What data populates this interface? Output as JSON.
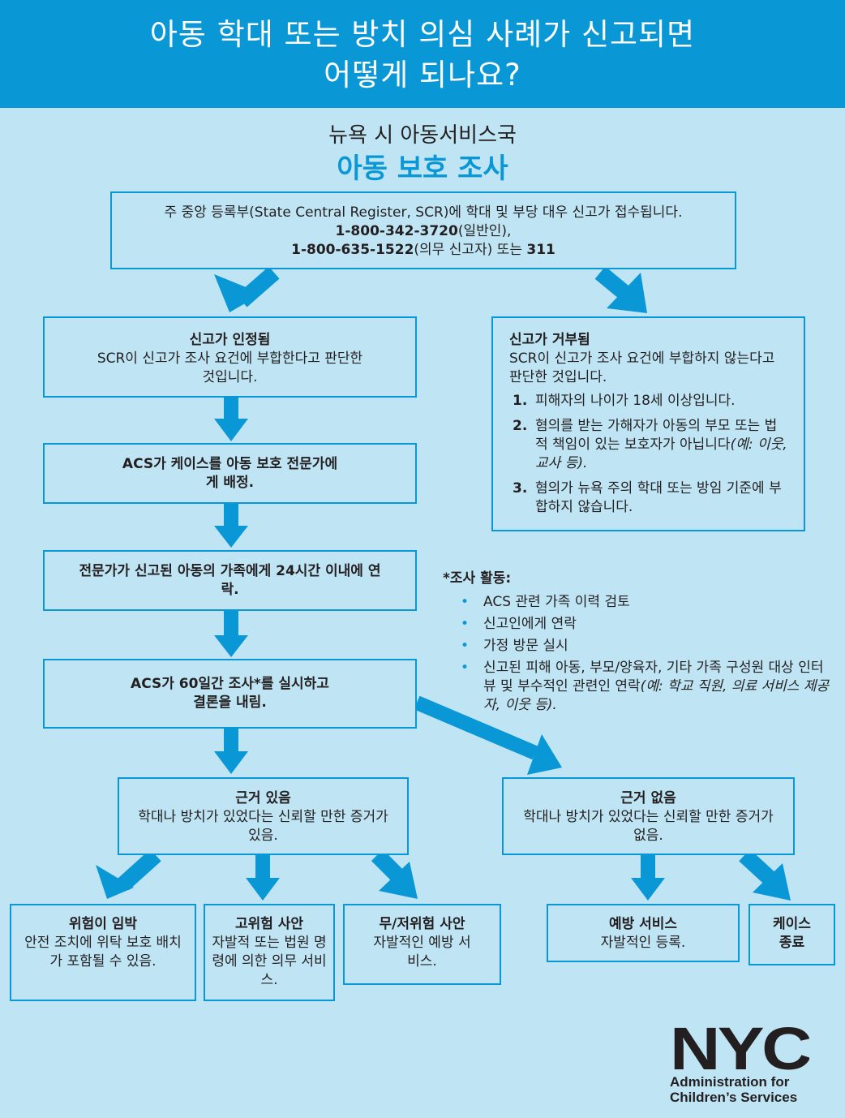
{
  "header": {
    "line1": "아동 학대 또는 방치 의심 사례가 신고되면",
    "line2": "어떻게 되나요?"
  },
  "subtitle": "뉴욕 시 아동서비스국",
  "title": "아동 보호 조사",
  "top_box": {
    "line1": "주 중앙 등록부(State Central Register, SCR)에 학대 및 부당 대우 신고가 접수됩니다.",
    "phone1": "1-800-342-3720",
    "phone1_suffix": "(일반인),",
    "phone2": "1-800-635-1522",
    "phone2_suffix": "(의무 신고자) 또는 ",
    "phone3": "311"
  },
  "accepted": {
    "title": "신고가 인정됨",
    "text": "SCR이 신고가 조사 요건에 부합한다고 판단한 것입니다."
  },
  "rejected": {
    "title": "신고가 거부됨",
    "text": "SCR이 신고가 조사 요건에 부합하지 않는다고 판단한 것입니다.",
    "items": [
      {
        "num": "1.",
        "text": "피해자의 나이가 18세 이상입니다.",
        "ital": ""
      },
      {
        "num": "2.",
        "text": "혐의를 받는 가해자가 아동의 부모 또는 법적 책임이 있는 보호자가 아닙니다",
        "ital": "(예: 이웃, 교사 등)."
      },
      {
        "num": "3.",
        "text": "혐의가 뉴욕 주의 학대 또는 방임 기준에 부합하지 않습니다.",
        "ital": ""
      }
    ]
  },
  "step_assign": "ACS가 케이스를 아동 보호 전문가에게 배정.",
  "step_contact": "전문가가 신고된 아동의 가족에게 24시간 이내에 연락.",
  "step_investigate": "ACS가 60일간 조사*를 실시하고 결론을 내림.",
  "activities": {
    "title": "*조사 활동:",
    "items": [
      {
        "text": "ACS 관련 가족 이력 검토",
        "ital": ""
      },
      {
        "text": "신고인에게 연락",
        "ital": ""
      },
      {
        "text": "가정 방문 실시",
        "ital": ""
      },
      {
        "text": "신고된 피해 아동, 부모/양육자, 기타 가족 구성원 대상 인터뷰 및 부수적인 관련인 연락",
        "ital": "(예: 학교 직원, 의료 서비스 제공자, 이웃 등)."
      }
    ]
  },
  "indicated": {
    "title": "근거 있음",
    "text": "학대나 방치가 있었다는 신뢰할 만한 증거가 있음."
  },
  "unfounded": {
    "title": "근거 없음",
    "text": "학대나 방치가 있었다는 신뢰할 만한 증거가 없음."
  },
  "outcomes": {
    "imminent": {
      "title": "위험이 임박",
      "text": "안전 조치에 위탁 보호 배치가 포함될 수 있음."
    },
    "high": {
      "title": "고위험 사안",
      "text": "자발적 또는 법원 명령에 의한 의무 서비스."
    },
    "low": {
      "title": "무/저위험 사안",
      "text": "자발적인 예방 서비스."
    },
    "prevent": {
      "title": "예방 서비스",
      "text": "자발적인 등록."
    },
    "close": {
      "title": "케이스 종료"
    }
  },
  "logo": {
    "mark": "NYC",
    "line1": "Administration for",
    "line2": "Children’s Services"
  },
  "colors": {
    "accent": "#0a97d6",
    "background": "#bfe5f5",
    "text": "#231f20"
  }
}
